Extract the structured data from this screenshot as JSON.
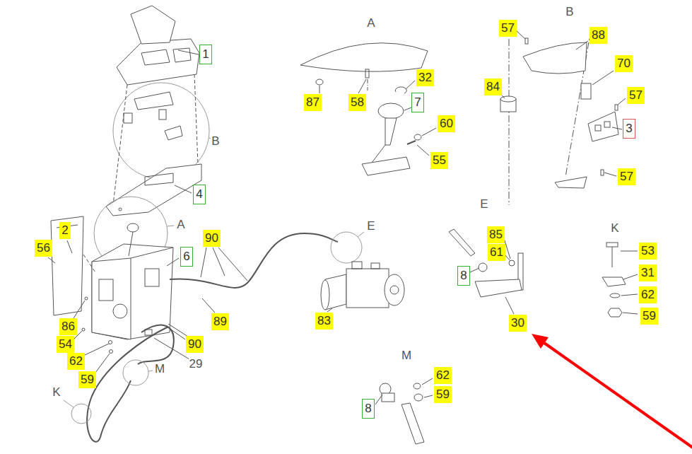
{
  "diagram": {
    "nodes": [
      {
        "text": [
          "1"
        ]
      },
      {
        "text": [
          "4"
        ]
      },
      {
        "text": [
          "2"
        ]
      },
      {
        "text": [
          "56"
        ]
      },
      {
        "text": [
          "6"
        ]
      },
      {
        "text": [
          "90"
        ]
      },
      {
        "text": [
          "89"
        ]
      },
      {
        "text": [
          "90"
        ]
      },
      {
        "text": [
          "86"
        ]
      },
      {
        "text": [
          "54"
        ]
      },
      {
        "text": [
          "62"
        ]
      },
      {
        "text": [
          "59"
        ]
      },
      {
        "text": [
          "83"
        ]
      },
      {
        "text": [
          "87"
        ]
      },
      {
        "text": [
          "58"
        ]
      },
      {
        "text": [
          "32"
        ]
      },
      {
        "text": [
          "7"
        ]
      },
      {
        "text": [
          "60"
        ]
      },
      {
        "text": [
          "55"
        ]
      },
      {
        "text": [
          "57"
        ]
      },
      {
        "text": [
          "88"
        ]
      },
      {
        "text": [
          "84"
        ]
      },
      {
        "text": [
          "70"
        ]
      },
      {
        "text": [
          "57"
        ]
      },
      {
        "text": [
          "3"
        ]
      },
      {
        "text": [
          "57"
        ]
      },
      {
        "text": [
          "85"
        ]
      },
      {
        "text": [
          "61"
        ]
      },
      {
        "text": [
          "8"
        ]
      },
      {
        "text": [
          "30"
        ]
      },
      {
        "text": [
          "53"
        ]
      },
      {
        "text": [
          "31"
        ]
      },
      {
        "text": [
          "62"
        ]
      },
      {
        "text": [
          "59"
        ]
      },
      {
        "text": [
          "62"
        ]
      },
      {
        "text": [
          "59"
        ]
      },
      {
        "text": [
          "8"
        ]
      }
    ],
    "labels": [
      "B",
      "A",
      "29",
      "M",
      "K",
      "E",
      "A",
      "B",
      "E",
      "K",
      "M"
    ]
  }
}
